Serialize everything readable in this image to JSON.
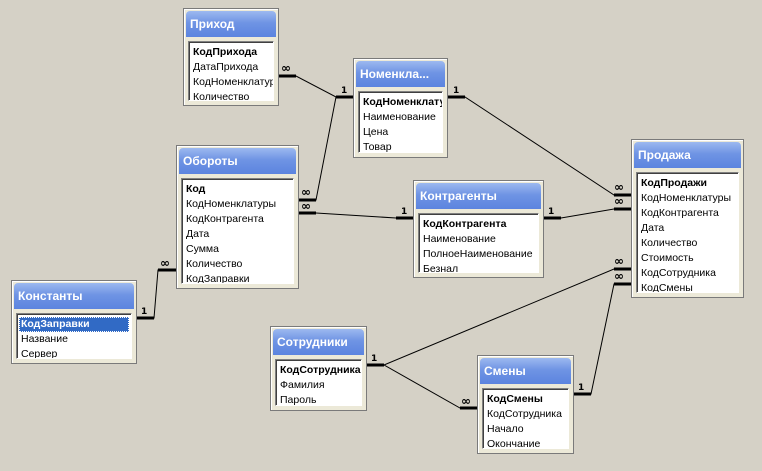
{
  "relation_symbols": {
    "one": "1",
    "many": "∞"
  },
  "tables": {
    "prihod": {
      "title": "Приход",
      "fields": [
        "КодПрихода",
        "ДатаПрихода",
        "КодНоменклатуры",
        "Количество"
      ],
      "key": 0
    },
    "nomenklatura": {
      "title": "Номенкла...",
      "fields": [
        "КодНоменклатуры",
        "Наименование",
        "Цена",
        "Товар"
      ],
      "key": 0
    },
    "oboroty": {
      "title": "Обороты",
      "fields": [
        "Код",
        "КодНоменклатуры",
        "КодКонтрагента",
        "Дата",
        "Сумма",
        "Количество",
        "КодЗаправки"
      ],
      "key": 0
    },
    "kontragenty": {
      "title": "Контрагенты",
      "fields": [
        "КодКонтрагента",
        "Наименование",
        "ПолноеНаименование",
        "Безнал"
      ],
      "key": 0
    },
    "prodazha": {
      "title": "Продажа",
      "fields": [
        "КодПродажи",
        "КодНоменклатуры",
        "КодКонтрагента",
        "Дата",
        "Количество",
        "Стоимость",
        "КодСотрудника",
        "КодСмены"
      ],
      "key": 0
    },
    "konstanty": {
      "title": "Константы",
      "fields": [
        "КодЗаправки",
        "Название",
        "Сервер"
      ],
      "key": 0,
      "selected": 0
    },
    "sotrudniki": {
      "title": "Сотрудники",
      "fields": [
        "КодСотрудника",
        "Фамилия",
        "Пароль"
      ],
      "key": 0
    },
    "smeny": {
      "title": "Смены",
      "fields": [
        "КодСмены",
        "КодСотрудника",
        "Начало",
        "Окончание"
      ],
      "key": 0
    }
  }
}
